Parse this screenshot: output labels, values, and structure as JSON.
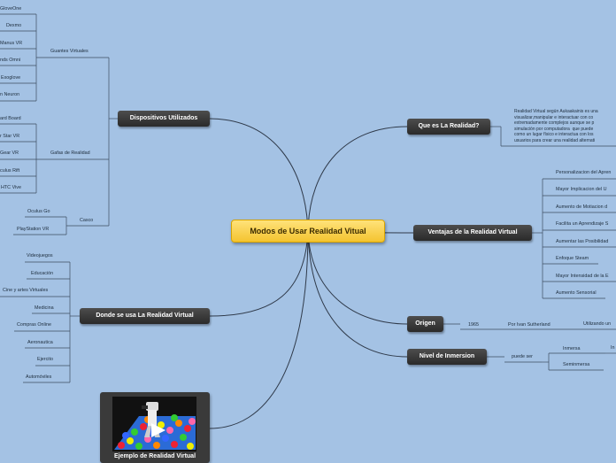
{
  "central": "Modos de Usar Realidad Vitual",
  "main": {
    "dispositivos": "Dispositivos Utilizados",
    "donde": "Donde  se usa La Realidad Virtual",
    "ejemplo": "Ejemplo de Realidad Virtual",
    "que_es": "Que es La Realidad?",
    "ventajas": "Ventajas de la Realidad Virtual",
    "origen": "Origen",
    "nivel": "Nivel de Inmersion"
  },
  "dispositivos": {
    "guantes_label": "Guantes Virtuales",
    "guantes": [
      "GloveOne",
      "Dexmo",
      "Manus VR",
      "nds Omni",
      "Exoglove",
      "n Neuron"
    ],
    "gafas_label": "Gafas de Realidad",
    "gafas": [
      "ard Board",
      "r Star VR",
      "Gear VR",
      "culus Rift",
      "HTC Vive"
    ],
    "casco_label": "Casco",
    "casco": [
      "Oculus Go",
      "PlayStation VR"
    ]
  },
  "donde": [
    "Videojuegos",
    "Educación",
    "Cine y artes Virtuales",
    "Medicina",
    "Compras Online",
    "Aeronautica",
    "Ejercito",
    "Automóviles"
  ],
  "que_es_text": "Realidad Virtual según Aukaakainis es una\nvisualizar,manipular e interactuar con co\nextremadamente complejos aunque se p\nsimulación por computadora  que puede \ncomo un lugar físico e interactua con los \nusuarios para crear una realidad alternati",
  "ventajas": [
    "Personalizacion del Apren",
    "Mayor Implicacion del U",
    "Aumento de Motiacion d",
    "Facilita un Aprendizaje S",
    "Aumentar las Posibilidad",
    "Enfoque Steam",
    "Mayor Intensidad de la E",
    "Aumento Sensorial"
  ],
  "origen": {
    "year": "1965",
    "author": "Por Ivan Sutherland",
    "using": "Utilizando un"
  },
  "nivel": {
    "puede_ser": "puede ser",
    "inmersa": "Inmersa",
    "inmersa_child": "In",
    "semi": "Seminmersa"
  }
}
